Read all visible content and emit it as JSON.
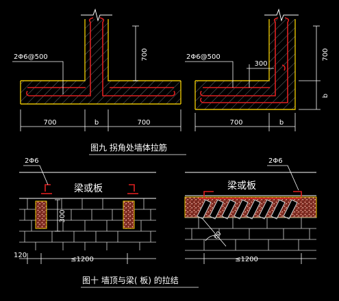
{
  "colors": {
    "background": "#000000",
    "wall_outline": "#e6c300",
    "rebar": "#e02020",
    "hatch": "#c8c8c8",
    "dimension": "#ffffff",
    "leader": "#ffffff",
    "masonry": "#d8d8d8",
    "concrete_fill": "#e0a090",
    "text": "#ffffff"
  },
  "figure9": {
    "left_detail": {
      "rebar_label": "2Φ6@500",
      "dim_vertical": "700",
      "dim_bottom": [
        "700",
        "b",
        "700"
      ]
    },
    "right_detail": {
      "rebar_label": "2Φ6@500",
      "dim_anchor": "300",
      "dim_vertical_top": "700",
      "dim_vertical_bottom": "b",
      "dim_bottom": [
        "700",
        "b"
      ]
    },
    "caption": "图九   拐角处墙体拉筋"
  },
  "figure10": {
    "left_detail": {
      "rebar_label": "2Φ6",
      "beam_label": "梁或板",
      "dim_side": "120",
      "dim_height": "300",
      "dim_spacing": "≤1200"
    },
    "right_detail": {
      "rebar_label": "2Φ6",
      "beam_label": "梁或板",
      "dim_angle": "60",
      "dim_spacing": "≤1200"
    },
    "caption": "图十     墙顶与梁( 板) 的拉结"
  },
  "icons": [
    "break-symbol-icon",
    "hatch-pattern",
    "brick-pattern",
    "rebar-hook-icon"
  ]
}
